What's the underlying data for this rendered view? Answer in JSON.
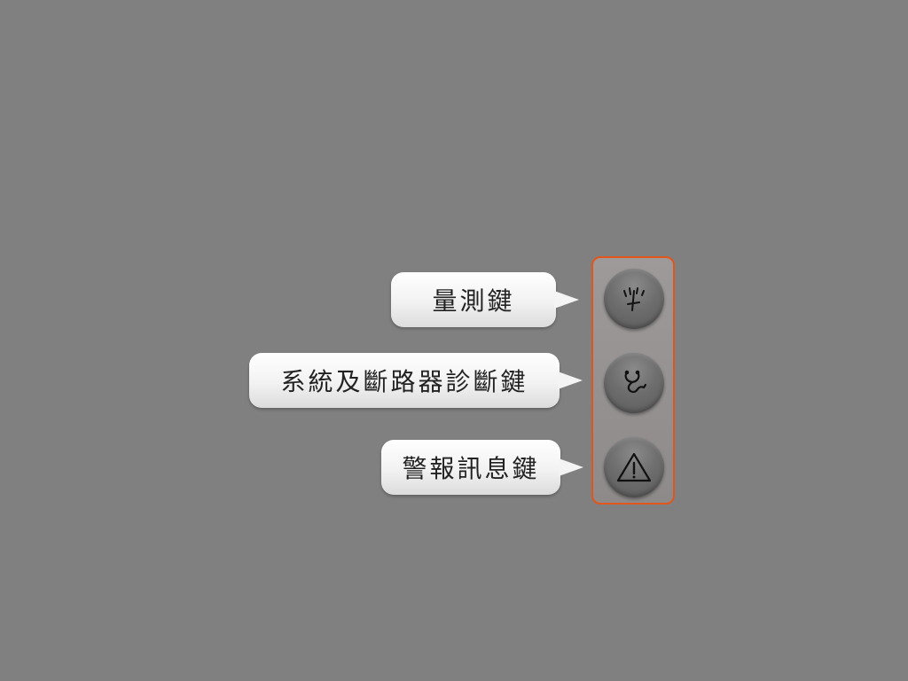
{
  "colors": {
    "background": "#808080",
    "panel_border": "#e0561c",
    "key_face": "#6e6e6e",
    "callout_fill": "#f4f4f4",
    "text": "#222222"
  },
  "keys": [
    {
      "label": "量測鍵",
      "icon": "gauge-needle-icon"
    },
    {
      "label": "系統及斷路器診斷鍵",
      "icon": "stethoscope-icon"
    },
    {
      "label": "警報訊息鍵",
      "icon": "warning-triangle-icon"
    }
  ]
}
